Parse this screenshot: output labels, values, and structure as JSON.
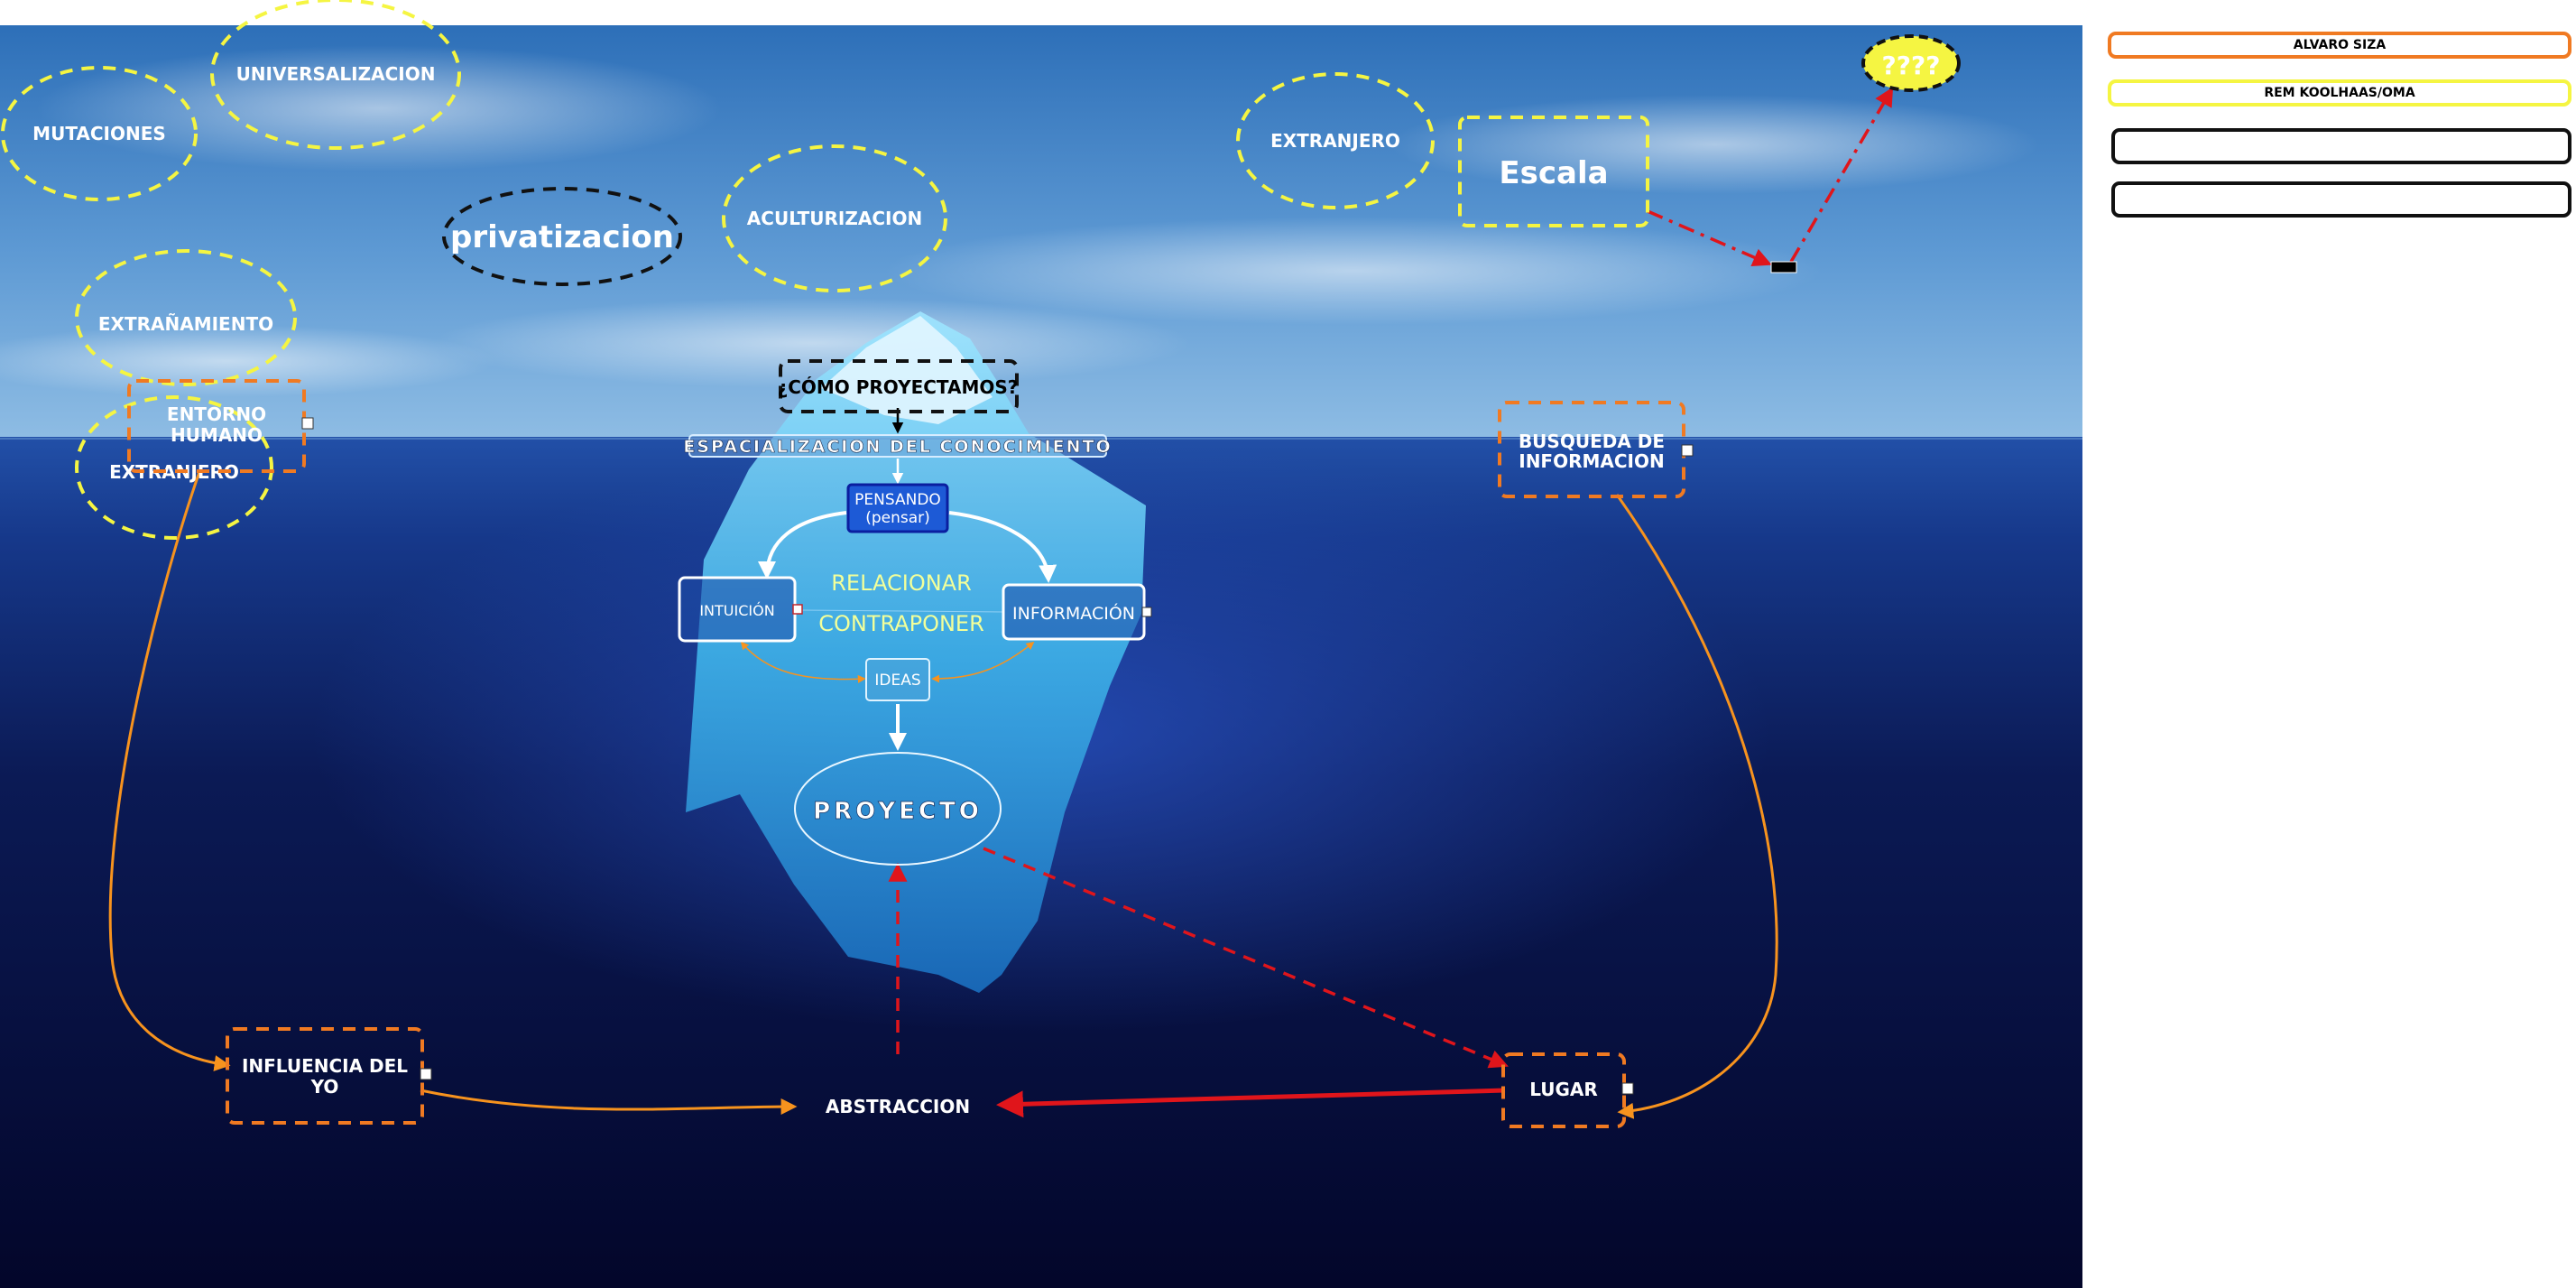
{
  "colors": {
    "alvaro_siza": "#f07a22",
    "rem_koolhaas": "#f5f542",
    "neutral": "#111111",
    "arrow_red": "#e0151b",
    "arrow_orange": "#f7931e"
  },
  "nodes": {
    "mutaciones": "MUTACIONES",
    "universalizacion": "UNIVERSALIZACION",
    "privatizacion": "privatizacion",
    "aculturizacion": "ACULTURIZACION",
    "extranamiento": "EXTRAÑAMIENTO",
    "entorno_humano": [
      "ENTORNO",
      "HUMANO"
    ],
    "extranjero_left": "EXTRANJERO",
    "extranjero_right": "EXTRANJERO",
    "escala": "Escala",
    "question": "????",
    "como_proyectamos": "¿CÓMO PROYECTAMOS?",
    "espacializacion": "ESPACIALIZACION DEL CONOCIMIENTO",
    "pensando": [
      "PENSANDO",
      "(pensar)"
    ],
    "intuicion": "INTUICIÓN",
    "informacion": "INFORMACIÓN",
    "relacionar": "RELACIONAR",
    "contraponer": "CONTRAPONER",
    "ideas": "IDEAS",
    "proyecto": "PROYECTO",
    "busqueda": [
      "BUSQUEDA DE",
      "INFORMACION"
    ],
    "influencia": [
      "INFLUENCIA DEL",
      "YO"
    ],
    "abstraccion": "ABSTRACCION",
    "lugar": "LUGAR"
  },
  "legend": [
    {
      "label": "ALVARO SIZA",
      "color": "#f07a22"
    },
    {
      "label": "REM KOOLHAAS/OMA",
      "color": "#f5f542"
    },
    {
      "label": "",
      "color": "#111111"
    },
    {
      "label": "",
      "color": "#111111"
    }
  ]
}
